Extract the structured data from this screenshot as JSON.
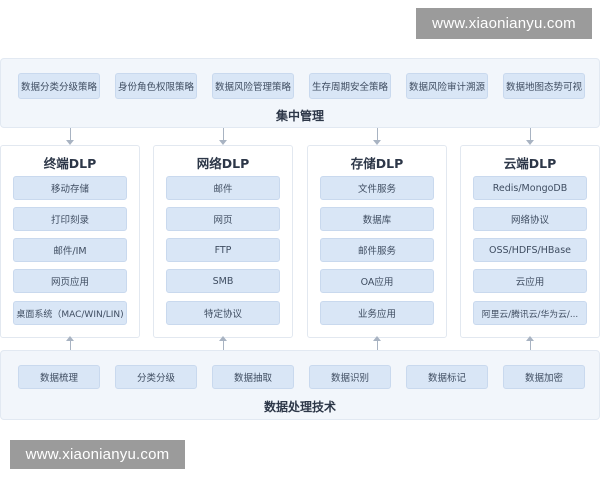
{
  "watermarks": [
    "www.xiaonianyu.com",
    "www.xiaonianyu.com"
  ],
  "top_panel": {
    "chips": [
      "数据分类分级策略",
      "身份角色权限策略",
      "数据风险管理策略",
      "生存周期安全策略",
      "数据风险审计溯源",
      "数据地图态势可视"
    ],
    "title": "集中管理"
  },
  "columns": [
    {
      "title": "终端DLP",
      "items": [
        "移动存储",
        "打印刻录",
        "邮件/IM",
        "网页应用",
        "桌面系统（MAC/WIN/LIN)"
      ]
    },
    {
      "title": "网络DLP",
      "items": [
        "邮件",
        "网页",
        "FTP",
        "SMB",
        "特定协议"
      ]
    },
    {
      "title": "存储DLP",
      "items": [
        "文件服务",
        "数据库",
        "邮件服务",
        "OA应用",
        "业务应用"
      ]
    },
    {
      "title": "云端DLP",
      "items": [
        "Redis/MongoDB",
        "网络协议",
        "OSS/HDFS/HBase",
        "云应用",
        "阿里云/腾讯云/华为云/..."
      ]
    }
  ],
  "bottom_panel": {
    "chips": [
      "数据梳理",
      "分类分级",
      "数据抽取",
      "数据识别",
      "数据标记",
      "数据加密"
    ],
    "title": "数据处理技术"
  }
}
